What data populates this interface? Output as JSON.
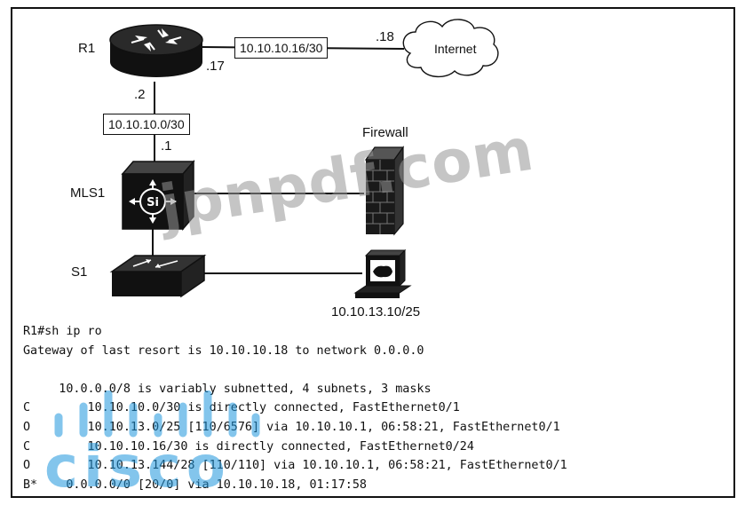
{
  "nodes": {
    "r1": "R1",
    "mls1": "MLS1",
    "s1": "S1",
    "firewall": "Firewall",
    "internet": "Internet",
    "host_ip": "10.10.13.10/25"
  },
  "switch_mark": "Si",
  "networks": {
    "r1_internet": "10.10.10.16/30",
    "r1_mls1": "10.10.10.0/30"
  },
  "interfaces": {
    "r1_to_internet": ".17",
    "internet_side": ".18",
    "r1_to_mls1": ".2",
    "mls1_to_r1": ".1"
  },
  "cli": {
    "lines": [
      "R1#sh ip ro",
      "Gateway of last resort is 10.10.10.18 to network 0.0.0.0",
      "",
      "     10.0.0.0/8 is variably subnetted, 4 subnets, 3 masks",
      "C        10.10.10.0/30 is directly connected, FastEthernet0/1",
      "O        10.10.13.0/25 [110/6576] via 10.10.10.1, 06:58:21, FastEthernet0/1",
      "C        10.10.10.16/30 is directly connected, FastEthernet0/24",
      "O        10.10.13.144/28 [110/110] via 10.10.10.1, 06:58:21, FastEthernet0/1",
      "B*    0.0.0.0/0 [20/0] via 10.10.10.18, 01:17:58"
    ]
  },
  "watermark": "jpnpdf.com",
  "logo_text": "cisco"
}
